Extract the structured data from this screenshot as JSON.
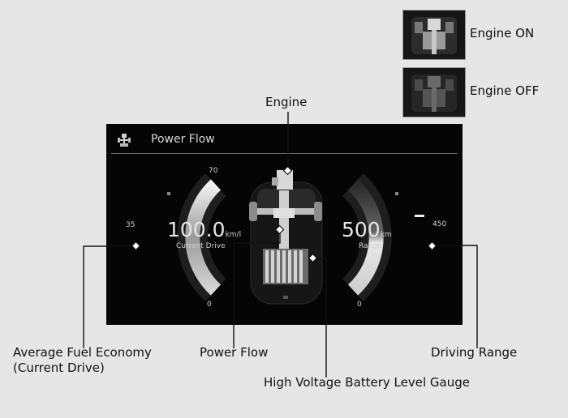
{
  "legend": {
    "engine_on_label": "Engine ON",
    "engine_off_label": "Engine OFF"
  },
  "screen": {
    "title": "Power Flow",
    "fuel_gauge": {
      "max_tick": "70",
      "mid_tick": "35",
      "min_tick": "0",
      "value": "100.0",
      "unit": "km/l",
      "label": "Current Drive"
    },
    "range_gauge": {
      "max_tick": "450",
      "min_tick": "0",
      "value": "500",
      "unit": "km",
      "label": "Range"
    }
  },
  "callouts": {
    "engine": "Engine",
    "avg_fuel_line1": "Average Fuel Economy",
    "avg_fuel_line2": "(Current Drive)",
    "power_flow": "Power Flow",
    "driving_range": "Driving Range",
    "hv_battery": "High Voltage Battery Level Gauge"
  }
}
